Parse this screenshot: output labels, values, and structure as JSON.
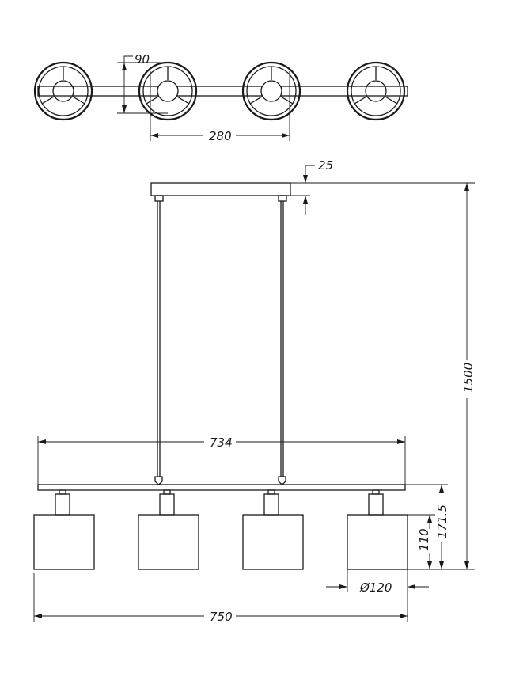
{
  "dimensions": {
    "depth": "90",
    "spacing": "280",
    "canopy_height": "25",
    "total_height": "1500",
    "bar_length": "734",
    "lamp_drop": "171.5",
    "shade_height": "110",
    "shade_diameter": "Ø120",
    "total_width": "750"
  }
}
